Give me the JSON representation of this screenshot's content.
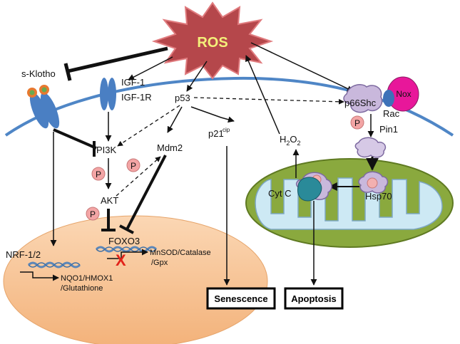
{
  "nodes": {
    "ros": "ROS",
    "s_klotho": "s-Klotho",
    "igf1": "IGF-1",
    "igf1r": "IGF-1R",
    "p53": "p53",
    "p66shc": "p66Shc",
    "nox": "Nox",
    "rac": "Rac",
    "pin1": "Pin1",
    "pi3k": "PI3K",
    "mdm2": "Mdm2",
    "p21_base": "p21",
    "p21_sup": "cip",
    "h2o2_h": "H",
    "h2o2_2a": "2",
    "h2o2_o": "O",
    "h2o2_2b": "2",
    "akt": "AKT",
    "cytc": "Cyt C",
    "hsp70": "Hsp70",
    "foxo3": "FOXO3",
    "mnsod_line1": "MnSOD/Catalase",
    "mnsod_line2": "/Gpx",
    "nrf": "NRF-1/2",
    "nqo1_line1": "NQO1/HMOX1",
    "nqo1_line2": "/Glutathione",
    "p_mark": "P",
    "blocked_mark": "X"
  },
  "outcomes": {
    "senescence": "Senescence",
    "apoptosis": "Apoptosis"
  },
  "colors": {
    "ros_fill": "#b5474b",
    "ros_text": "#f4f07a",
    "membrane": "#4f86c6",
    "receptor": "#4a7fc3",
    "klotho_dot": "#e8782f",
    "klotho_dot_inner": "#6aa84f",
    "nucleus": "#f6c08f",
    "mito_outer": "#8aa93e",
    "mito_inner": "#cde9f4",
    "p66shc_fill": "#c9b8dc",
    "nox_fill": "#e8179a",
    "p_badge": "#f3a5a5",
    "cytc_fill": "#2a8a99",
    "dna": "#5b86b8",
    "block_x": "#e2231a"
  }
}
